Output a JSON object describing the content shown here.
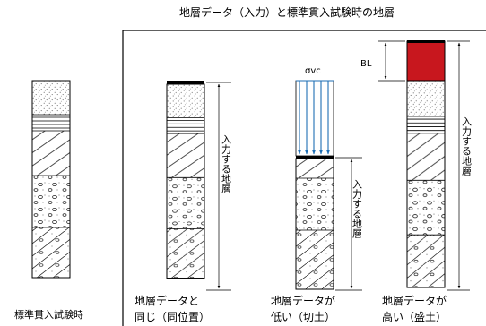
{
  "title": "地層データ（入力）と標準貫入試験時の地層",
  "columns": [
    {
      "id": "spt",
      "caption_lines": [
        "標準貫入試験時"
      ]
    },
    {
      "id": "same",
      "caption_lines": [
        "地層データと",
        "同じ（同位置）"
      ],
      "input_label": "入力する地層"
    },
    {
      "id": "low",
      "caption_lines": [
        "地層データが",
        "低い（切土）"
      ],
      "input_label": "入力する地層",
      "load_label": "σvc"
    },
    {
      "id": "high",
      "caption_lines": [
        "地層データが",
        "高い（盛土）"
      ],
      "input_label": "入力する地層",
      "bl_label": "BL"
    }
  ],
  "colors": {
    "fill_red": "#c8171e",
    "load_arrows": "#1f6fb5",
    "frame": "#000000"
  }
}
